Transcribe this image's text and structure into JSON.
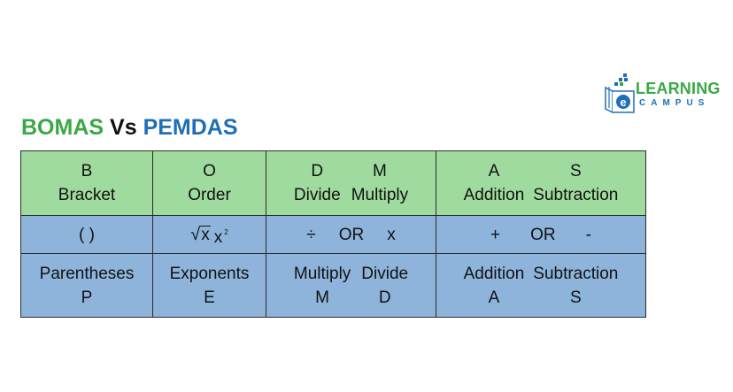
{
  "logo": {
    "line1": "LEARNING",
    "line2": "CAMPUS",
    "mark_letter": "e",
    "colors": {
      "green": "#3aa845",
      "blue": "#1f6fb6"
    }
  },
  "title": {
    "left": "BOMAS",
    "middle": "Vs",
    "right": "PEMDAS",
    "colors": {
      "left": "#3aa845",
      "middle": "#111111",
      "right": "#1f6fb6"
    }
  },
  "table": {
    "colors": {
      "top_row": "#9fdb9e",
      "middle_row": "#8eb4dc",
      "bottom_row": "#8eb4dc",
      "border": "#2b2b2b"
    },
    "bomas_row": {
      "b": {
        "letter": "B",
        "word": "Bracket"
      },
      "o": {
        "letter": "O",
        "word": "Order"
      },
      "d": {
        "letter": "D",
        "word": "Divide"
      },
      "m": {
        "letter": "M",
        "word": "Multiply"
      },
      "a": {
        "letter": "A",
        "word": "Addition"
      },
      "s": {
        "letter": "S",
        "word": "Subtraction"
      }
    },
    "symbols_row": {
      "brackets": "( )",
      "root_sign": "√",
      "root_var": "x",
      "power_base": "x",
      "power_exp": "2",
      "divide": "÷",
      "or1": "OR",
      "multiply": "x",
      "plus": "+",
      "or2": "OR",
      "minus": "-"
    },
    "pemdas_row": {
      "p": {
        "word": "Parentheses",
        "letter": "P"
      },
      "e": {
        "word": "Exponents",
        "letter": "E"
      },
      "m": {
        "word": "Multiply",
        "letter": "M"
      },
      "d": {
        "word": "Divide",
        "letter": "D"
      },
      "a": {
        "word": "Addition",
        "letter": "A"
      },
      "s": {
        "word": "Subtraction",
        "letter": "S"
      }
    }
  }
}
